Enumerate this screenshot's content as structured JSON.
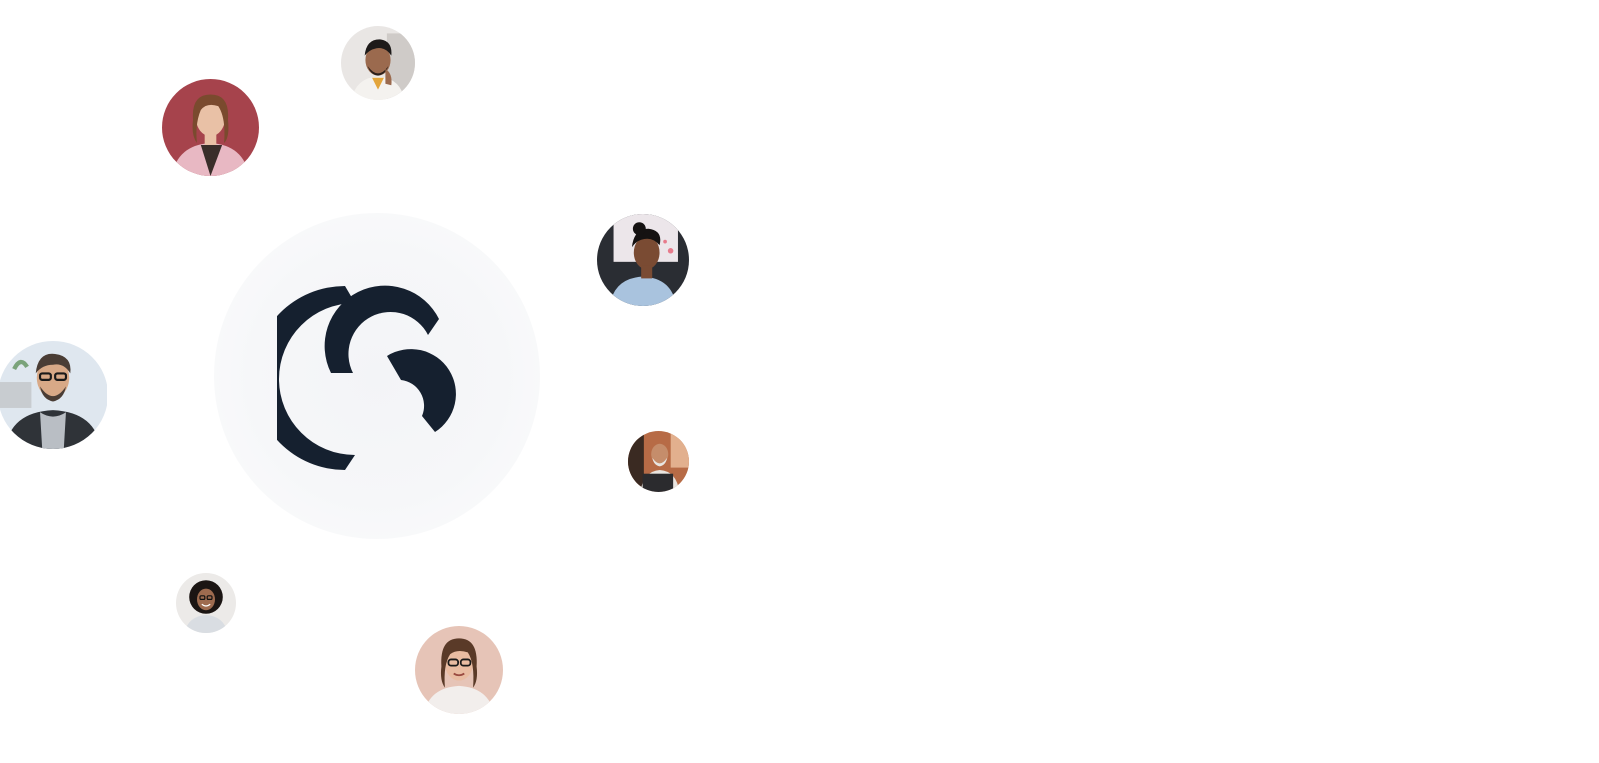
{
  "brand": {
    "logo_icon": "brand-logo-icon",
    "logo_color": "#15202f",
    "halo_color": "#f4f5f8"
  },
  "avatars": [
    {
      "icon": "avatar-man-smiling-beard",
      "bg": "#e9e6e4"
    },
    {
      "icon": "avatar-woman-pink-blazer",
      "bg": "#a6434c"
    },
    {
      "icon": "avatar-woman-blue-shirt",
      "bg": "#2a2d33"
    },
    {
      "icon": "avatar-man-glasses-blazer",
      "bg": "#dfe7ef"
    },
    {
      "icon": "avatar-man-laptop-cafe",
      "bg": "#b76b46"
    },
    {
      "icon": "avatar-woman-curly-hair",
      "bg": "#eceae8"
    },
    {
      "icon": "avatar-woman-glasses",
      "bg": "#e6c4b7"
    }
  ]
}
